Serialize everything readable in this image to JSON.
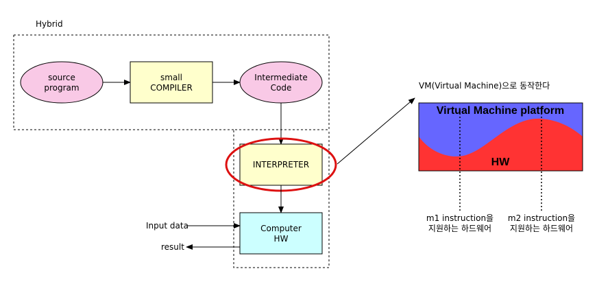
{
  "diagram": {
    "hybrid_label": "Hybrid",
    "nodes": {
      "source_program": {
        "line1": "source",
        "line2": "program"
      },
      "small_compiler": {
        "line1": "small",
        "line2": "COMPILER"
      },
      "intermediate_code": {
        "line1": "Intermediate",
        "line2": "Code"
      },
      "interpreter": {
        "label": "INTERPRETER"
      },
      "computer_hw": {
        "line1": "Computer",
        "line2": "HW"
      }
    },
    "io": {
      "input_label": "Input data",
      "output_label": "result"
    },
    "vm": {
      "caption": "VM(Virtual Machine)으로 동작한다",
      "platform_label": "Virtual Machine platform",
      "hw_label": "HW",
      "m1_line1": "m1 instruction을",
      "m1_line2": "지원하는 하드웨어",
      "m2_line1": "m2 instruction을",
      "m2_line2": "지원하는 하드웨어"
    },
    "colors": {
      "ellipse_fill": "#f9c9e6",
      "compiler_fill": "#ffffcc",
      "interpreter_fill": "#ffffcc",
      "computer_fill": "#ccffff",
      "vm_blue": "#6666ff",
      "hw_red": "#ff3333",
      "highlight_red": "#dd1111"
    }
  }
}
